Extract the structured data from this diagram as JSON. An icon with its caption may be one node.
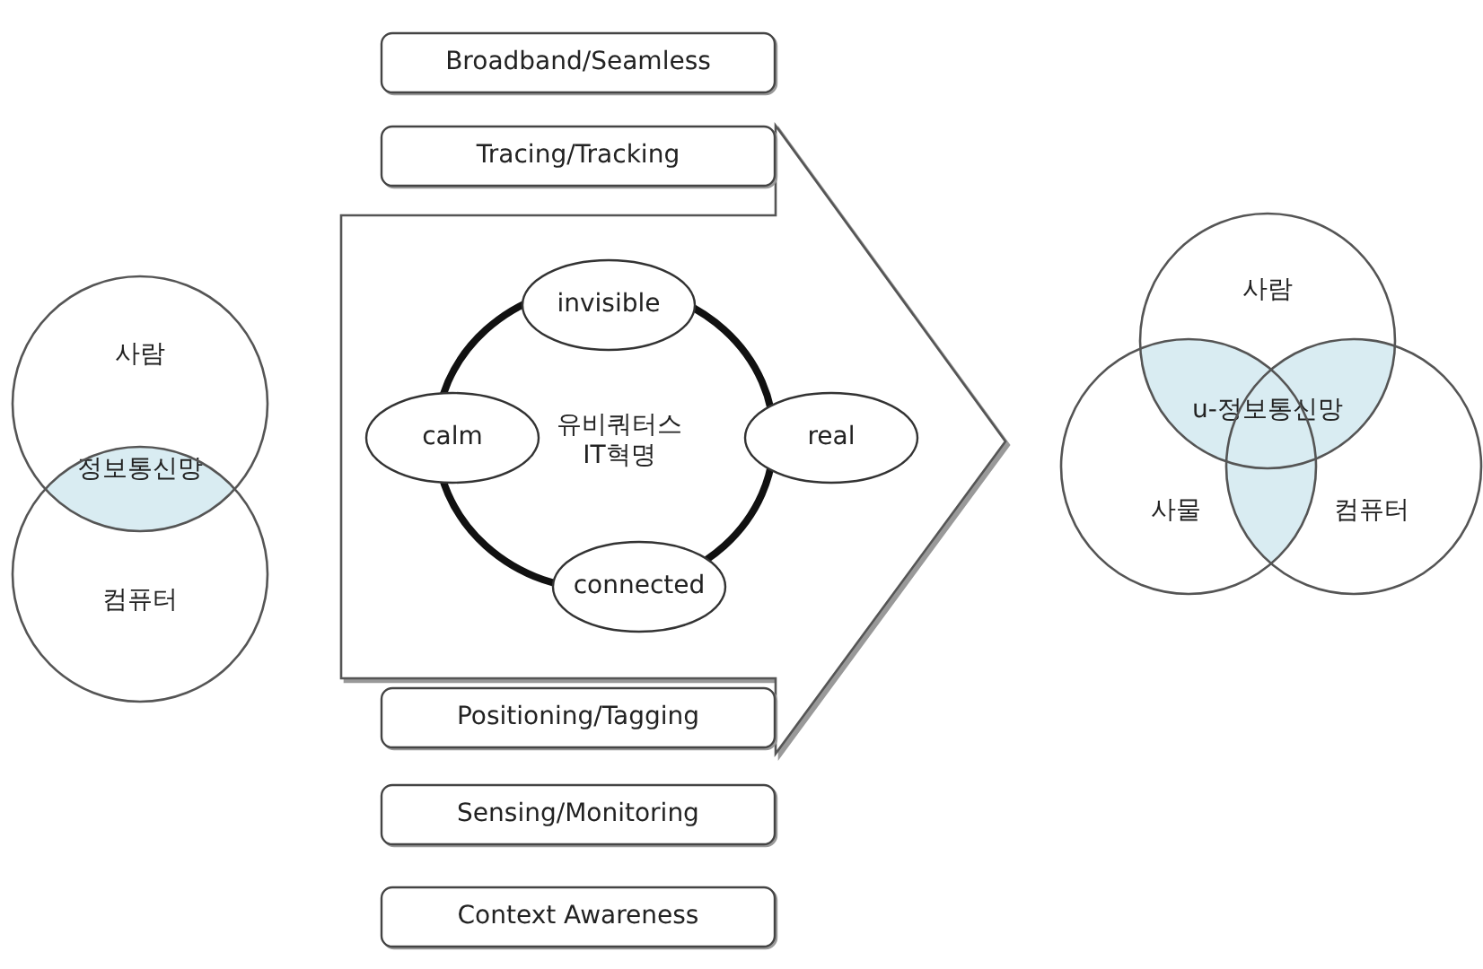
{
  "diagram": {
    "nodes": [
      {
        "text": [
          "사람"
        ]
      },
      {
        "text": [
          "컴퓨터"
        ]
      },
      {
        "text": [
          "정보통신망"
        ]
      },
      {
        "text": [],
        "shape": "arrow"
      },
      {
        "text": [
          "유비쿼터스 IT혁명"
        ],
        "in": 3
      },
      {
        "text": [
          "invisible"
        ],
        "in": 3
      },
      {
        "text": [
          "calm"
        ],
        "in": 3
      },
      {
        "text": [
          "real"
        ],
        "in": 3
      },
      {
        "text": [
          "connected"
        ],
        "in": 3
      },
      {
        "text": [
          "Broadband/Seamless"
        ]
      },
      {
        "text": [
          "Tracing/Tracking"
        ]
      },
      {
        "text": [
          "Positioning/Tagging"
        ]
      },
      {
        "text": [
          "Sensing/Monitoring"
        ]
      },
      {
        "text": [
          "Context Awareness"
        ]
      },
      {
        "text": [
          "사람"
        ]
      },
      {
        "text": [
          "사물"
        ]
      },
      {
        "text": [
          "컴퓨터"
        ]
      },
      {
        "text": [
          "u-정보통신망"
        ]
      }
    ],
    "edges": []
  }
}
